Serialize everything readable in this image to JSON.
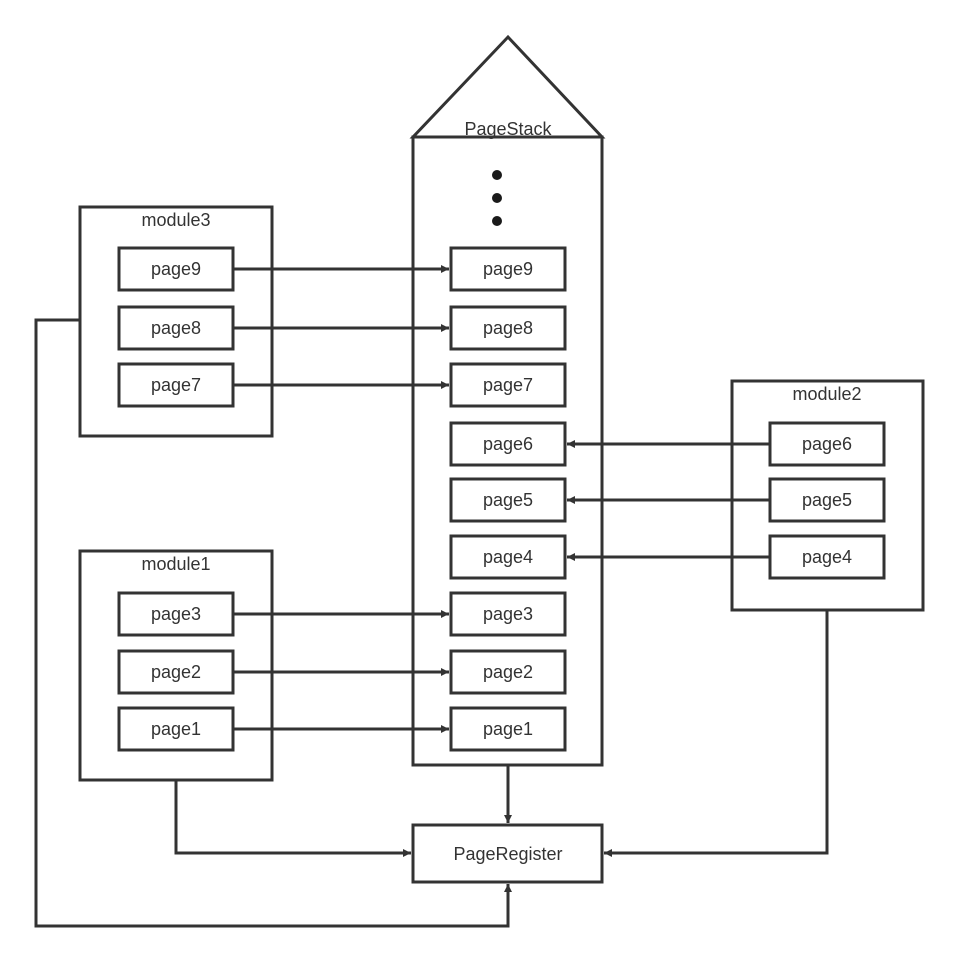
{
  "page_stack": {
    "title": "PageStack",
    "pages": [
      "page9",
      "page8",
      "page7",
      "page6",
      "page5",
      "page4",
      "page3",
      "page2",
      "page1"
    ]
  },
  "modules": [
    {
      "name": "module3",
      "pages": [
        "page9",
        "page8",
        "page7"
      ]
    },
    {
      "name": "module2",
      "pages": [
        "page6",
        "page5",
        "page4"
      ]
    },
    {
      "name": "module1",
      "pages": [
        "page3",
        "page2",
        "page1"
      ]
    }
  ],
  "page_register": {
    "label": "PageRegister"
  }
}
